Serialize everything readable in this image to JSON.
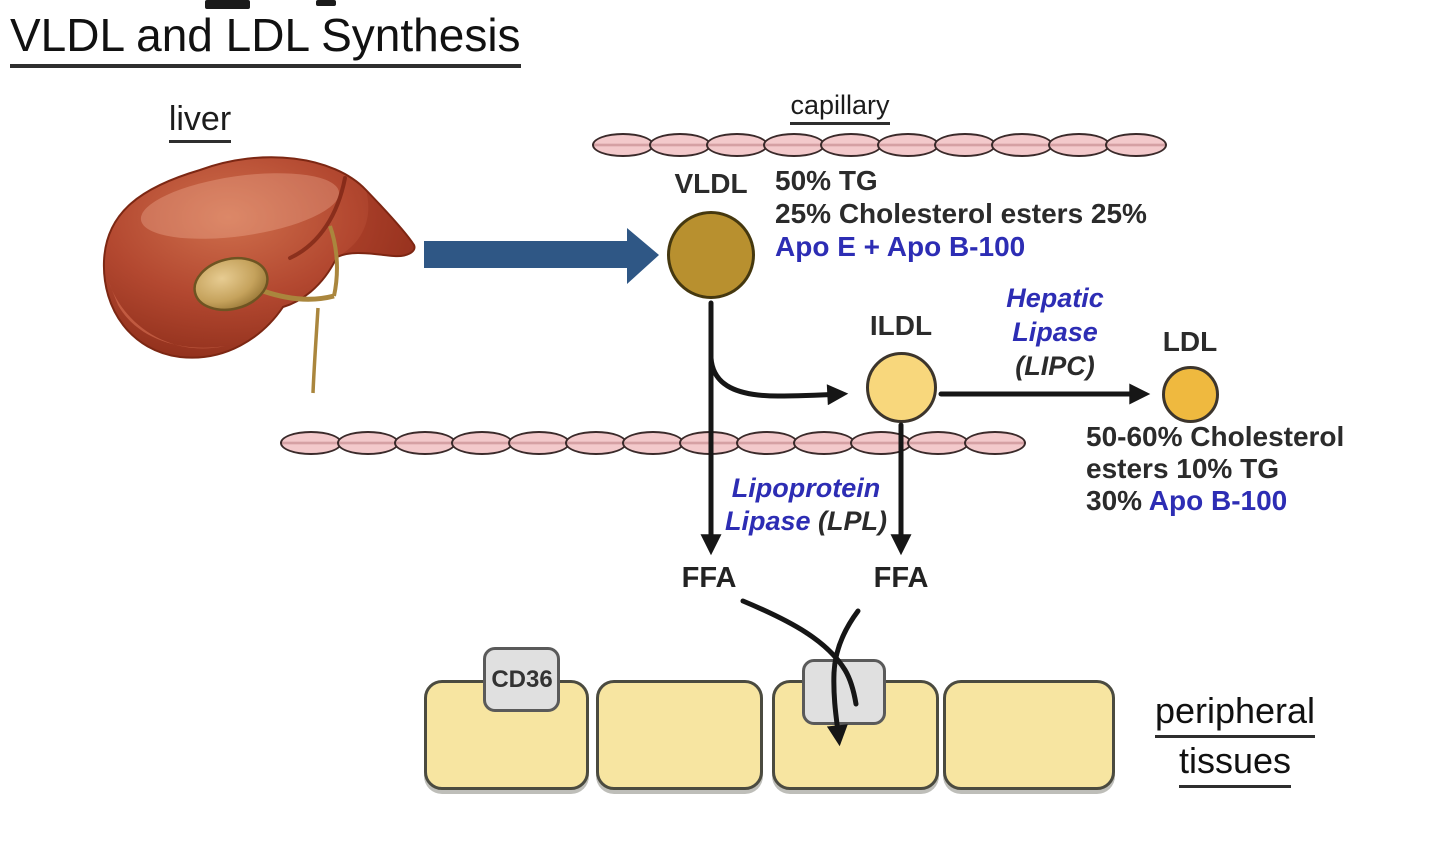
{
  "title": "VLDL and LDL Synthesis",
  "labels": {
    "liver": "liver",
    "capillary": "capillary",
    "vldl": "VLDL",
    "ildl": "ILDL",
    "ldl": "LDL",
    "ffa": "FFA",
    "cd36": "CD36",
    "peripheral_line1": "peripheral",
    "peripheral_line2": "tissues"
  },
  "vldl_composition": {
    "line1": "50% TG",
    "line2": "25% Cholesterol esters 25%",
    "line3": "Apo E + Apo B-100"
  },
  "ldl_composition": {
    "line1": "50-60% Cholesterol",
    "line2": "esters 10% TG",
    "line3_percent": "30% ",
    "line3_apo": "Apo B-100"
  },
  "enzymes": {
    "hepatic_line1": "Hepatic",
    "hepatic_line2": "Lipase",
    "hepatic_gene": "(LIPC)",
    "lpl_line1": "Lipoprotein",
    "lpl_line2_enzyme": "Lipase ",
    "lpl_line2_gene": "(LPL)"
  },
  "colors": {
    "enzyme_blue": "#2d2db4",
    "apo_blue": "#2d2db4",
    "flow_arrow_blue": "#2f5785",
    "vldl_fill": "#b8902f",
    "ildl_fill": "#f8d77c",
    "ldl_fill": "#efb93f",
    "capillary_pink": "#f0bfc1",
    "tissue_yellow": "#f7e5a1",
    "receptor_gray": "#e0e0e0"
  }
}
